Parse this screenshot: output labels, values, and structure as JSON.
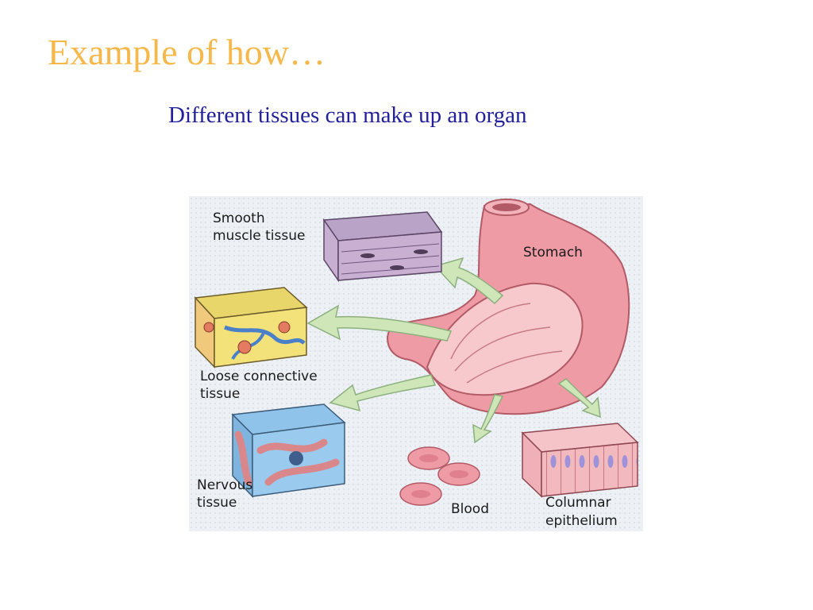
{
  "slide": {
    "title": "Example of how…",
    "subtitle": "Different tissues can make up an organ"
  },
  "colors": {
    "title": "#F6B84A",
    "subtitle": "#22209A",
    "figure_bg": "#E9EEF3",
    "stomach": "#EE9BA6",
    "arrow": "#CFE7B8"
  },
  "figure": {
    "labels": {
      "smooth_muscle_line1": "Smooth",
      "smooth_muscle_line2": "muscle tissue",
      "stomach": "Stomach",
      "loose_connective_line1": "Loose connective",
      "loose_connective_line2": "tissue",
      "nervous_line1": "Nervous",
      "nervous_line2": "tissue",
      "blood": "Blood",
      "columnar_line1": "Columnar",
      "columnar_line2": "epithelium"
    }
  }
}
